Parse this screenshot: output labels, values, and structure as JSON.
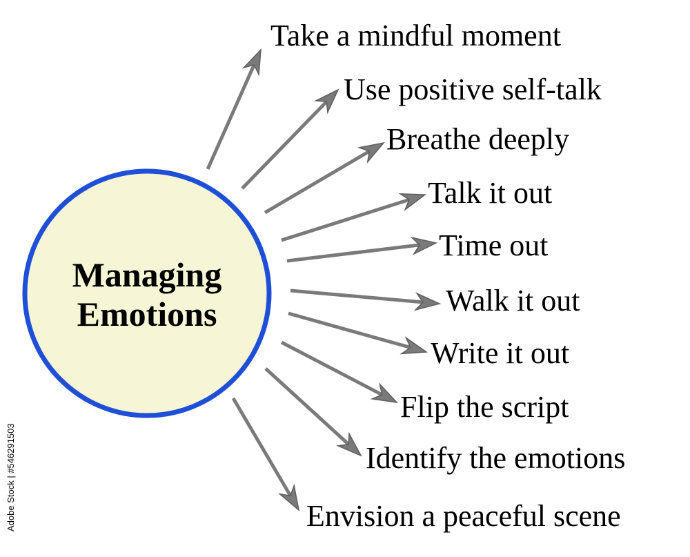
{
  "center": {
    "lines": [
      "Managing",
      "Emotions"
    ],
    "fill_color": "#f6f6d6",
    "border_color": "#1f4fd6"
  },
  "arrow_color": "#7a7a7a",
  "branches": [
    "Take a mindful moment",
    "Use positive self-talk",
    "Breathe deeply",
    "Talk it out",
    "Time out",
    "Walk it out",
    "Write it out",
    "Flip the script",
    "Identify the emotions",
    "Envision a peaceful scene"
  ],
  "watermark": "Adobe Stock | #546291503"
}
